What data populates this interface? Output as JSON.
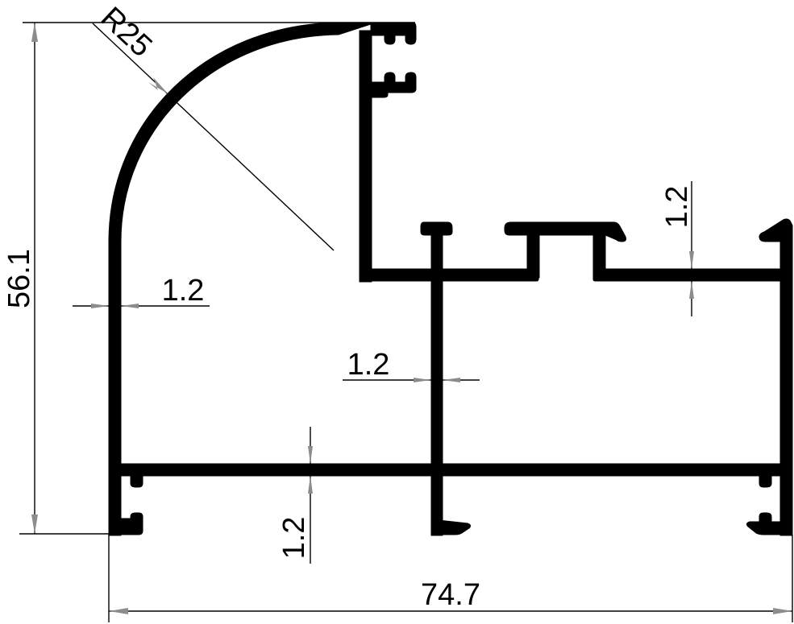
{
  "drawing": {
    "subject": "aluminum extrusion profile cross-section",
    "colors": {
      "profile": "#000000",
      "dimension_line": "#000000",
      "arrowhead": "#8c8c8c",
      "background": "#ffffff"
    },
    "dimensions": {
      "overall_height": "56.1",
      "overall_width": "74.7",
      "corner_radius": "R25",
      "wall_left": "1.2",
      "wall_center_web": "1.2",
      "wall_top_right": "1.2",
      "wall_bottom": "1.2"
    }
  }
}
